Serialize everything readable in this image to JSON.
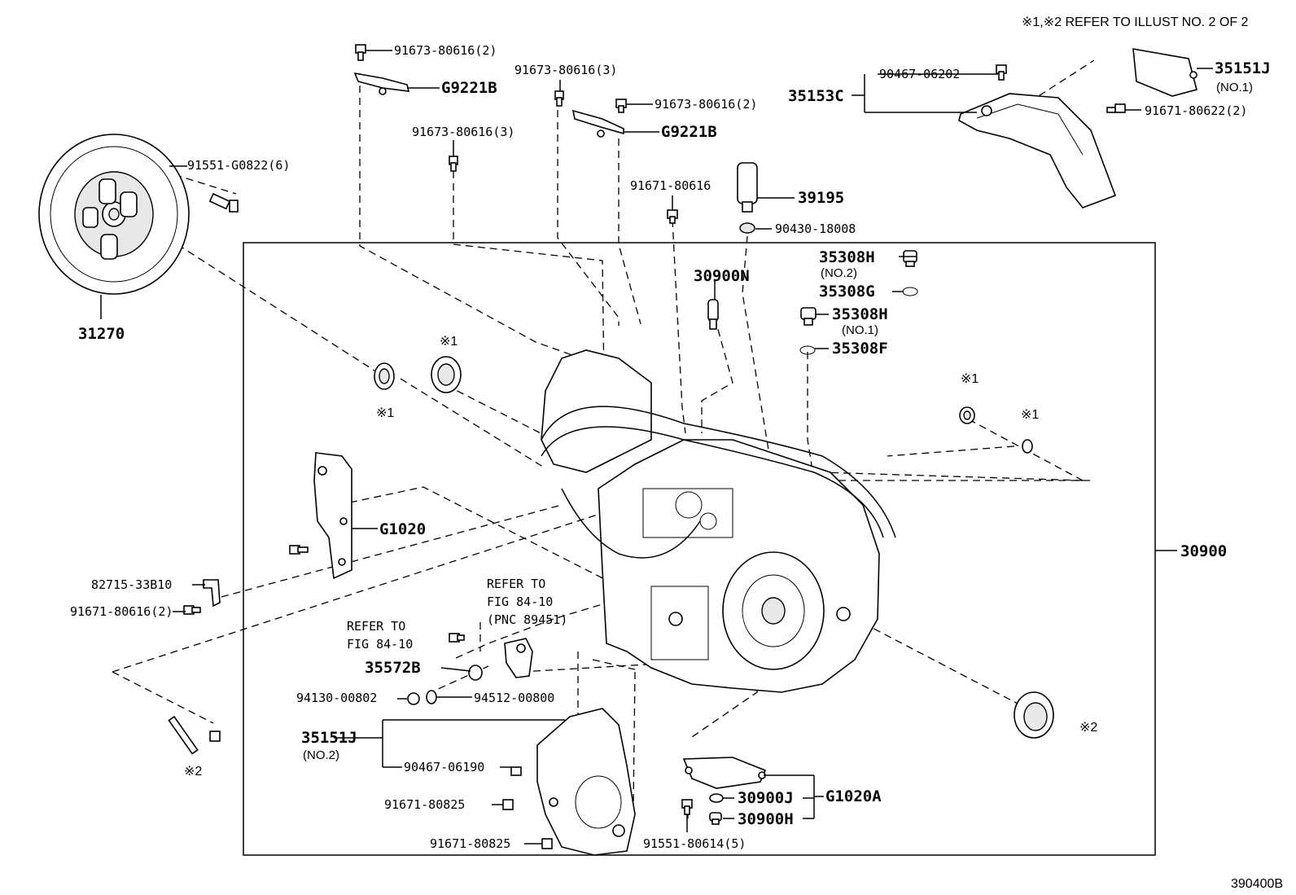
{
  "header": {
    "note": "※1,※2 REFER TO ILLUST NO. 2 OF 2"
  },
  "footer": {
    "illust_code": "390400B"
  },
  "parts": {
    "p_31270": "31270",
    "p_91551_G0822": "91551-G0822(6)",
    "p_91673_a": "91673-80616(2)",
    "p_g9221b_a": "G9221B",
    "p_91673_b": "91673-80616(3)",
    "p_91673_c": "91673-80616(2)",
    "p_g9221b_b": "G9221B",
    "p_91673_d": "91673-80616(3)",
    "p_91671_80616": "91671-80616",
    "p_39195": "39195",
    "p_90430": "90430-18008",
    "p_35153c": "35153C",
    "p_90467_06202": "90467-06202",
    "p_35151j_top": "35151J",
    "p_35151j_top_sub": "(NO.1)",
    "p_91671_80622": "91671-80622(2)",
    "p_35308h_no2": "35308H",
    "p_35308h_no2_sub": "(NO.2)",
    "p_35308g": "35308G",
    "p_35308h_no1": "35308H",
    "p_35308h_no1_sub": "(NO.1)",
    "p_35308f": "35308F",
    "p_30900n": "30900N",
    "p_g1020": "G1020",
    "p_30900": "30900",
    "p_82715": "82715-33B10",
    "p_91671_80616_2": "91671-80616(2)",
    "refer_a_1": "REFER TO",
    "refer_a_2": "FIG 84-10",
    "refer_a_3": "(PNC 89451)",
    "refer_b_1": "REFER TO",
    "refer_b_2": "FIG 84-10",
    "p_35572b": "35572B",
    "p_94130": "94130-00802",
    "p_94512": "94512-00800",
    "p_35151j_bot": "35151J",
    "p_35151j_bot_sub": "(NO.2)",
    "p_90467_06190": "90467-06190",
    "p_91671_80825_a": "91671-80825",
    "p_91671_80825_b": "91671-80825",
    "p_30900j": "30900J",
    "p_g1020a": "G1020A",
    "p_30900h": "30900H",
    "p_91551_80614": "91551-80614(5)",
    "mark_1a": "※1",
    "mark_1b": "※1",
    "mark_1c": "※1",
    "mark_1d": "※1",
    "mark_2a": "※2",
    "mark_2b": "※2"
  }
}
